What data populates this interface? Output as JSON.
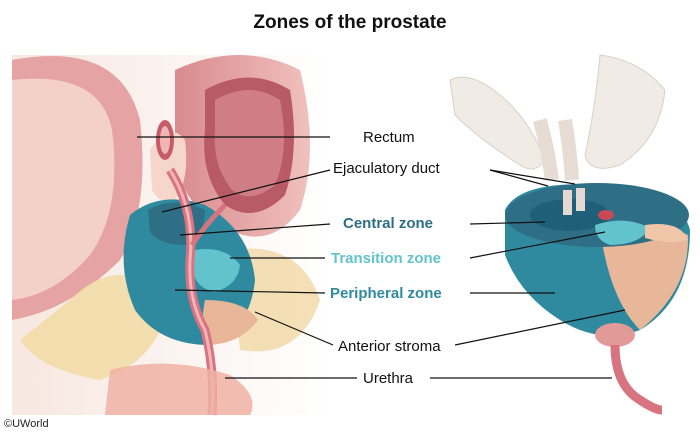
{
  "title": "Zones of the prostate",
  "labels": {
    "rectum": "Rectum",
    "ejaculatory_duct": "Ejaculatory duct",
    "central_zone": "Central zone",
    "transition_zone": "Transition zone",
    "peripheral_zone": "Peripheral zone",
    "anterior_stroma": "Anterior stroma",
    "urethra": "Urethra"
  },
  "copyright": "©UWorld",
  "colors": {
    "central_zone": "#2e6f86",
    "transition_zone": "#62c3cc",
    "peripheral_zone": "#2f8aa0",
    "anterior_stroma": "#e8b799",
    "urethra": "#d77480",
    "rectum": "#e6a3a3"
  }
}
